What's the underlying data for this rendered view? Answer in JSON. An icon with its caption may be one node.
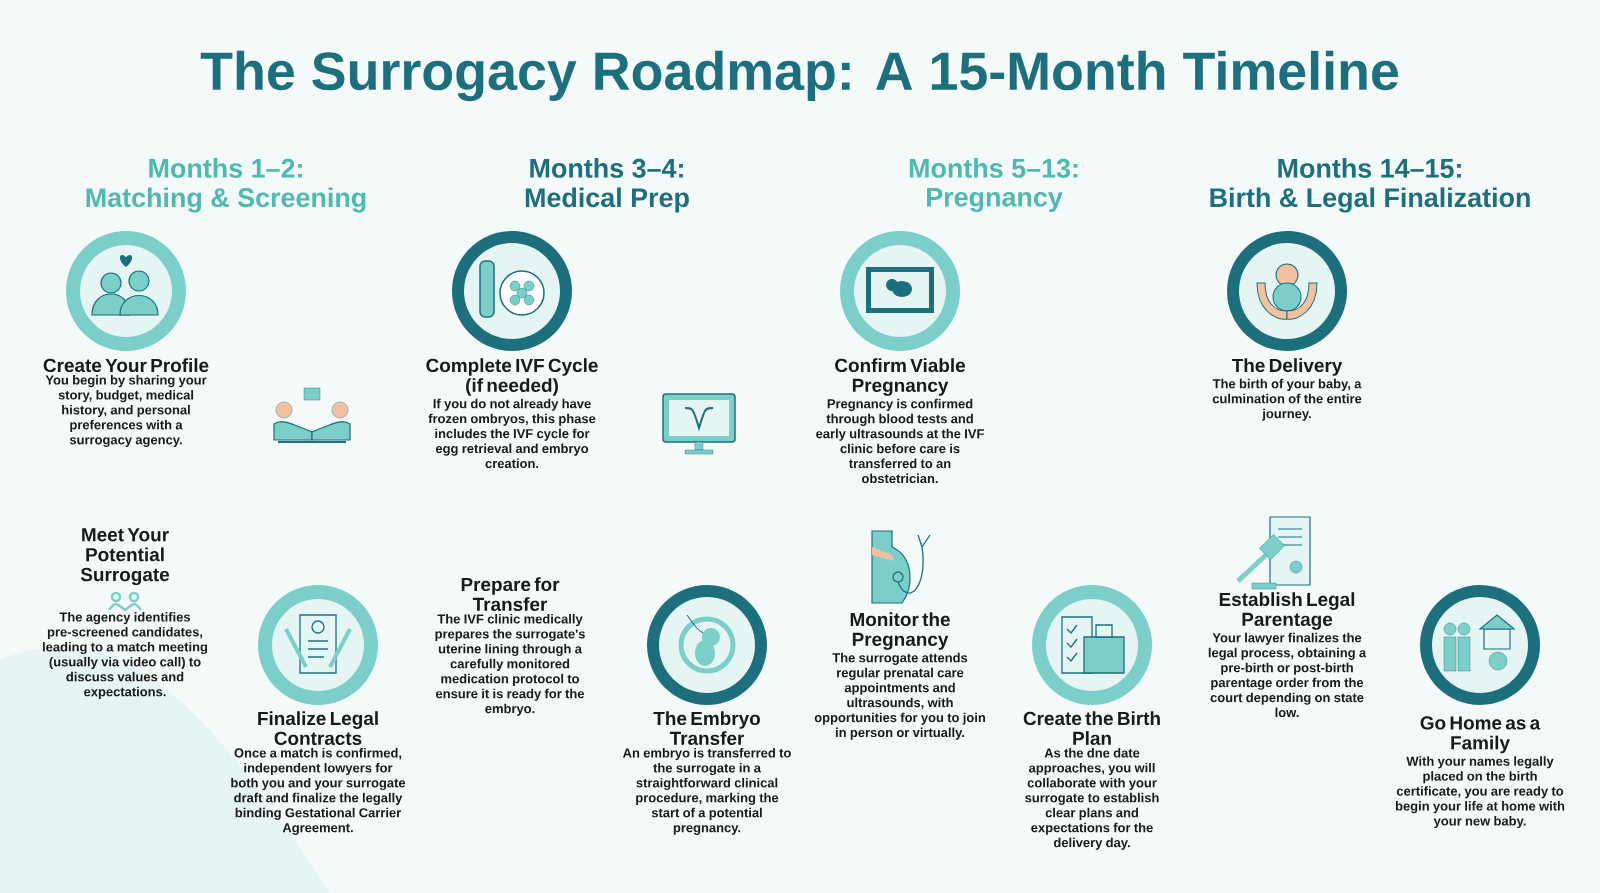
{
  "diagram": {
    "title": "The Surrogacy Roadmap: A 15-Month Timeline",
    "nodes": [
      {
        "text": [
          "Create Your Profile",
          "You begin by sharing your story, budget, medical history, and personal preferences with a surrogacy agency."
        ]
      },
      {
        "text": [
          "Meet Your Potential Surrogate",
          "The agency identifies pre-screened candidates, leading to a match meeting (usually via video call) to discuss values and expectations."
        ]
      },
      {
        "text": [
          "Finalize Legal Contracts",
          "Once a match is confirmed, independent lowyers for both you and your surrogate draft and finalize the legally binding Gestational Carrier Agreement."
        ]
      },
      {
        "text": [
          "Complete IVF Cycle (if needed)",
          "If you do not already have frozen ombryos, this phase includes the IVF cycle for egg retrieval and embryo creation."
        ]
      },
      {
        "text": [
          "Prepare for Transfer",
          "The IVF clinic medically prepares the surrogate's uterine lining through a carefully monitored medication protocol to ensure it is ready for the embryo."
        ]
      },
      {
        "text": [
          "The Embryo Transfer",
          "An embryo is transferred to the surrogate in a straightforward clinical procedure, marking the start of a potential pregnancy."
        ]
      },
      {
        "text": [
          "Confirm Viable Pregnancy",
          "Pregnancy is confirmed through blood tests and early ultrasounds at the IVF clinic before care is transferred to an obstetrician."
        ]
      },
      {
        "text": [
          "Monitor the Pregnancy",
          "The surrogate attends regular prenatal care appointments and ultrasounds, with opportunities for you to join in person or virtually."
        ]
      },
      {
        "text": [
          "Create the Birth Plan",
          "As the dne date approaches, you will collaborate with your surrogate to establish clear plans and expectations for the delivery day."
        ]
      },
      {
        "text": [
          "The Delivery",
          "The birth of your baby, a culmination of the entire journey."
        ]
      },
      {
        "text": [
          "Establish Legal Parentage",
          "Your lawyer finalizes the legal process, obtaining a pre-birth or post-birth parentage order from the court depending on state low."
        ]
      },
      {
        "text": [
          "Go Home as a Family",
          "With your names legally placed on the birth certificate, you are ready to begin your life at home with your new baby."
        ]
      }
    ],
    "labels": [
      "Months 1–2:",
      "Matching & Screening",
      "Months 3–4:",
      "Medical Prep",
      "Months 5–13:",
      "Pregnancy",
      "Months 14–15:",
      "Birth & Legal Finalization"
    ]
  }
}
